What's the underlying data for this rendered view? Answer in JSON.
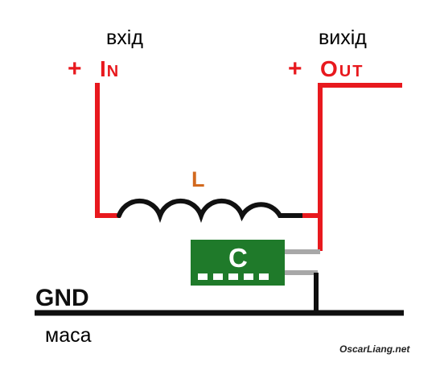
{
  "labels": {
    "input_ua": "вхід",
    "output_ua": "вихід",
    "ground_ua": "маса",
    "input_sign": "+",
    "input_terminal": "In",
    "output_sign": "+",
    "output_terminal": "Out",
    "ground_terminal": "GND",
    "inductor": "L",
    "capacitor": "C",
    "watermark": "OscarLiang.net"
  },
  "colors": {
    "positive_wire": "#e8191e",
    "ground_wire": "#0f0f0f",
    "inductor_label": "#d2691e",
    "capacitor_body": "#1f7a2a",
    "capacitor_leads": "#a8a8a8"
  }
}
